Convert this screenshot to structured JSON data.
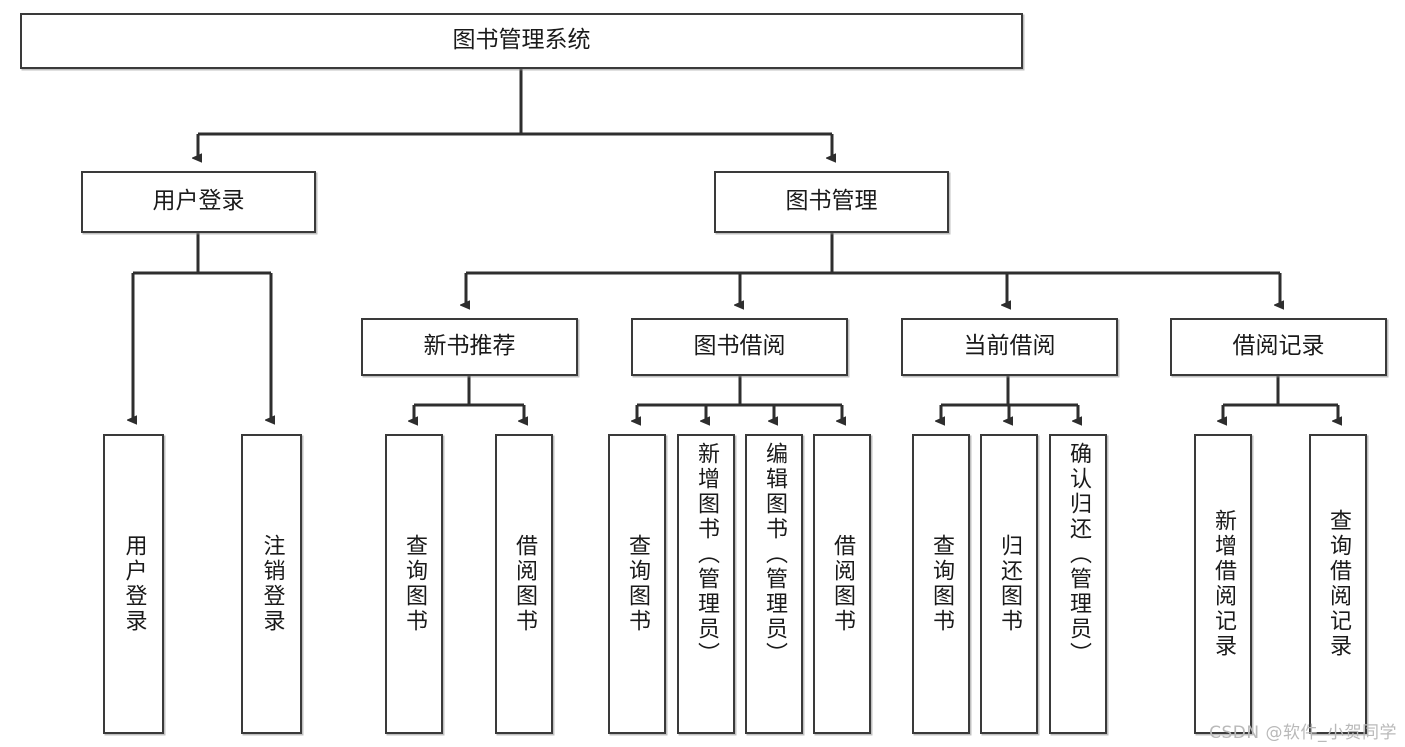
{
  "diagram": {
    "title": "图书管理系统",
    "type": "tree",
    "watermark": "CSDN @软件_小贺同学",
    "colors": {
      "box_border": "#3a3a3a",
      "box_fill": "#ffffff",
      "edge": "#2e2e2e",
      "text": "#1a1a1a",
      "watermark": "#b9b9b9"
    },
    "nodes": {
      "root": {
        "label": "图书管理系统"
      },
      "level2": [
        {
          "id": "user-login",
          "label": "用户登录"
        },
        {
          "id": "book-manage",
          "label": "图书管理"
        }
      ],
      "level3": [
        {
          "id": "new-book-recommend",
          "label": "新书推荐"
        },
        {
          "id": "book-borrow",
          "label": "图书借阅"
        },
        {
          "id": "current-borrow",
          "label": "当前借阅"
        },
        {
          "id": "borrow-record",
          "label": "借阅记录"
        }
      ],
      "leaves": {
        "user_login": [
          {
            "id": "leaf-user-login",
            "label": "用户登录"
          },
          {
            "id": "leaf-logout-login",
            "label": "注销登录"
          }
        ],
        "new_book_recommend": [
          {
            "id": "leaf-query-book-1",
            "label": "查询图书"
          },
          {
            "id": "leaf-borrow-book-1",
            "label": "借阅图书"
          }
        ],
        "book_borrow": [
          {
            "id": "leaf-query-book-2",
            "label": "查询图书"
          },
          {
            "id": "leaf-add-book",
            "label": "新增图书（管理员）"
          },
          {
            "id": "leaf-edit-book",
            "label": "编辑图书（管理员）"
          },
          {
            "id": "leaf-borrow-book-2",
            "label": "借阅图书"
          }
        ],
        "current_borrow": [
          {
            "id": "leaf-query-book-3",
            "label": "查询图书"
          },
          {
            "id": "leaf-return-book",
            "label": "归还图书"
          },
          {
            "id": "leaf-confirm-return",
            "label": "确认归还（管理员）"
          }
        ],
        "borrow_record": [
          {
            "id": "leaf-add-record",
            "label": "新增借阅记录"
          },
          {
            "id": "leaf-query-record",
            "label": "查询借阅记录"
          }
        ]
      }
    }
  }
}
